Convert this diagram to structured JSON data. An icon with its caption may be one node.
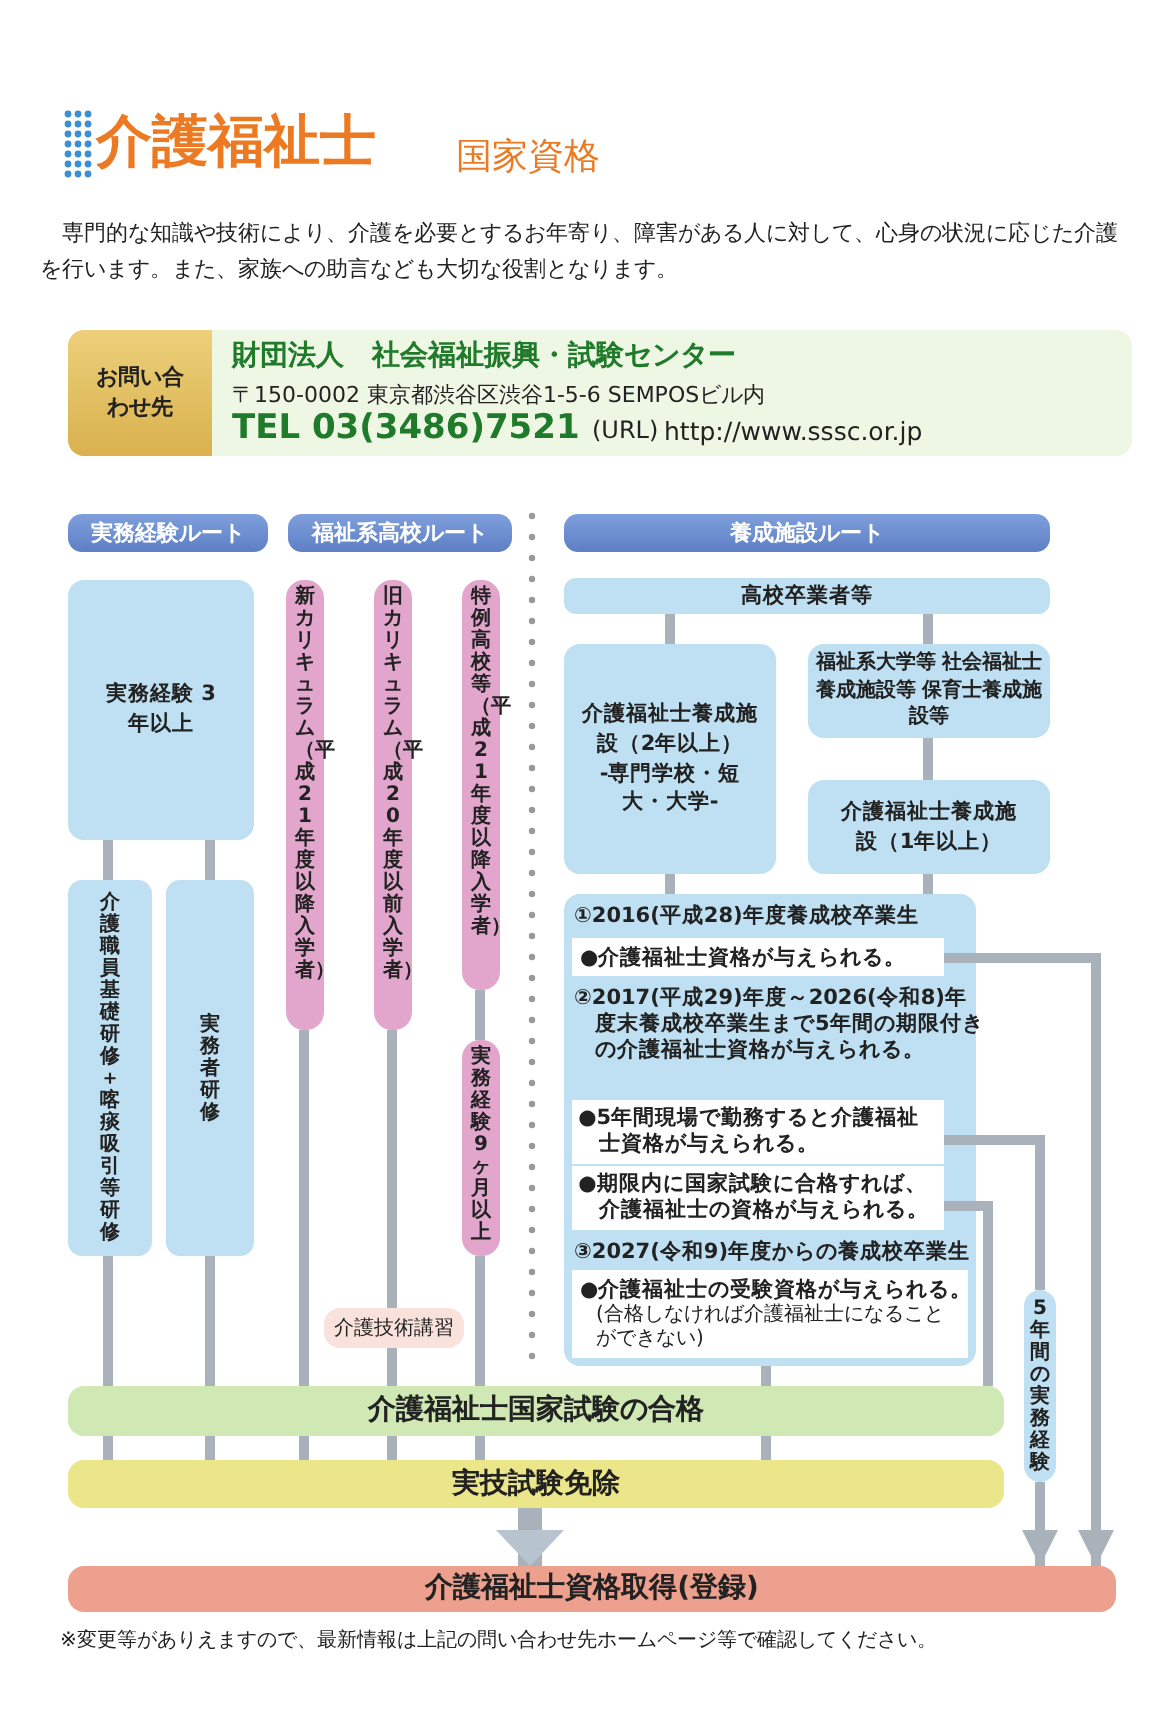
{
  "diagram": {
    "title": "介護福祉士",
    "caption": "※変更等がありえますので、最新情報は上記の問い合わせ先ホームページ等で確認してください。",
    "nodes": [
      {
        "text": [
          "財団法人　社会福祉振興・試験センター",
          "〒150-0002 東京都渋谷区渋谷1-5-6 SEMPOSビル内",
          "TEL 03(3486)7521",
          "(URL)",
          "http://www.sssc.or.jp"
        ]
      },
      {
        "text": [
          "お問い合わせ先"
        ],
        "in": 0
      },
      {
        "text": [
          "実務経験ルート"
        ]
      },
      {
        "text": [
          "福祉系高校ルート"
        ]
      },
      {
        "text": [
          "養成施設ルート"
        ]
      },
      {
        "text": [
          "実務経験 3年以上"
        ]
      },
      {
        "text": [
          "介護職員基礎研修＋喀痰吸引等研修"
        ]
      },
      {
        "text": [
          "実務者研修"
        ]
      },
      {
        "text": [
          "新カリキュラム（平成21年度以降入学者）"
        ]
      },
      {
        "text": [
          "旧カリキュラム（平成20年度以前入学者）"
        ]
      },
      {
        "text": [
          "特例高校等（平成21年度以降入学者）"
        ]
      },
      {
        "text": [
          "実務経験9ヶ月以上"
        ]
      },
      {
        "text": [
          "高校卒業者等"
        ]
      },
      {
        "text": [
          "介護福祉士養成施設（2年以上）",
          "-専門学校・短大・大学-"
        ]
      },
      {
        "text": [
          "福祉系大学等 社会福祉士養成施設等 保育士養成施設等"
        ]
      },
      {
        "text": [
          "介護福祉士養成施設（1年以上）"
        ]
      },
      {
        "text": [
          "①2016(平成28)年度養成校卒業生",
          "②2017(平成29)年度～2026(令和8)年度末養成校卒業生まで5年間の期限付きの介護福祉士資格が与えられる。",
          "③2027(令和9)年度からの養成校卒業生"
        ]
      },
      {
        "text": [
          "●介護福祉士資格が与えられる。"
        ],
        "in": 16
      },
      {
        "text": [
          "●5年間現場で勤務すると介護福祉士資格が与えられる。"
        ],
        "in": 16
      },
      {
        "text": [
          "●期限内に国家試験に合格すれば、介護福祉士の資格が与えられる。"
        ],
        "in": 16
      },
      {
        "text": [
          "●介護福祉士の受験資格が与えられる。",
          "(合格しなければ介護福祉士になることができない)"
        ],
        "in": 16
      },
      {
        "text": [
          "5年間の実務経験"
        ]
      },
      {
        "text": [
          "介護福祉士国家試験の合格"
        ]
      },
      {
        "text": [
          "実技試験免除"
        ]
      },
      {
        "text": [
          "介護福祉士資格取得(登録)"
        ]
      }
    ],
    "edges": [
      {
        "from": 12,
        "to": 13,
        "arrow": "none"
      },
      {
        "from": 12,
        "to": 14,
        "arrow": "none"
      },
      {
        "from": 14,
        "to": 15,
        "arrow": "none"
      },
      {
        "from": 13,
        "to": 16,
        "arrow": "none"
      },
      {
        "from": 15,
        "to": 16,
        "arrow": "none"
      },
      {
        "from": 5,
        "to": 6,
        "arrow": "none"
      },
      {
        "from": 5,
        "to": 7,
        "arrow": "none"
      },
      {
        "from": 6,
        "to": 22,
        "arrow": "none"
      },
      {
        "from": 7,
        "to": 22,
        "arrow": "none"
      },
      {
        "from": 8,
        "to": 22,
        "arrow": "none"
      },
      {
        "from": 9,
        "to": 22,
        "arrow": "none",
        "label": "介護技術講習"
      },
      {
        "from": 10,
        "to": 11,
        "arrow": "none"
      },
      {
        "from": 11,
        "to": 22,
        "arrow": "none"
      },
      {
        "from": 16,
        "to": 22,
        "arrow": "none"
      },
      {
        "from": 17,
        "to": 24,
        "arrow": "to"
      },
      {
        "from": 18,
        "to": 21,
        "arrow": "none"
      },
      {
        "from": 21,
        "to": 24,
        "arrow": "to"
      },
      {
        "from": 19,
        "to": 22,
        "arrow": "none"
      },
      {
        "from": 22,
        "to": 23,
        "arrow": "none"
      },
      {
        "from": 23,
        "to": 24,
        "arrow": "to",
        "style": "thick"
      }
    ],
    "labels": [
      "国家資格",
      "専門的な知識や技術により、介護を必要とするお年寄り、障害がある人に対して、心身の状況に応じた介護を行います。また、家族への助言なども大切な役割となります。"
    ]
  }
}
